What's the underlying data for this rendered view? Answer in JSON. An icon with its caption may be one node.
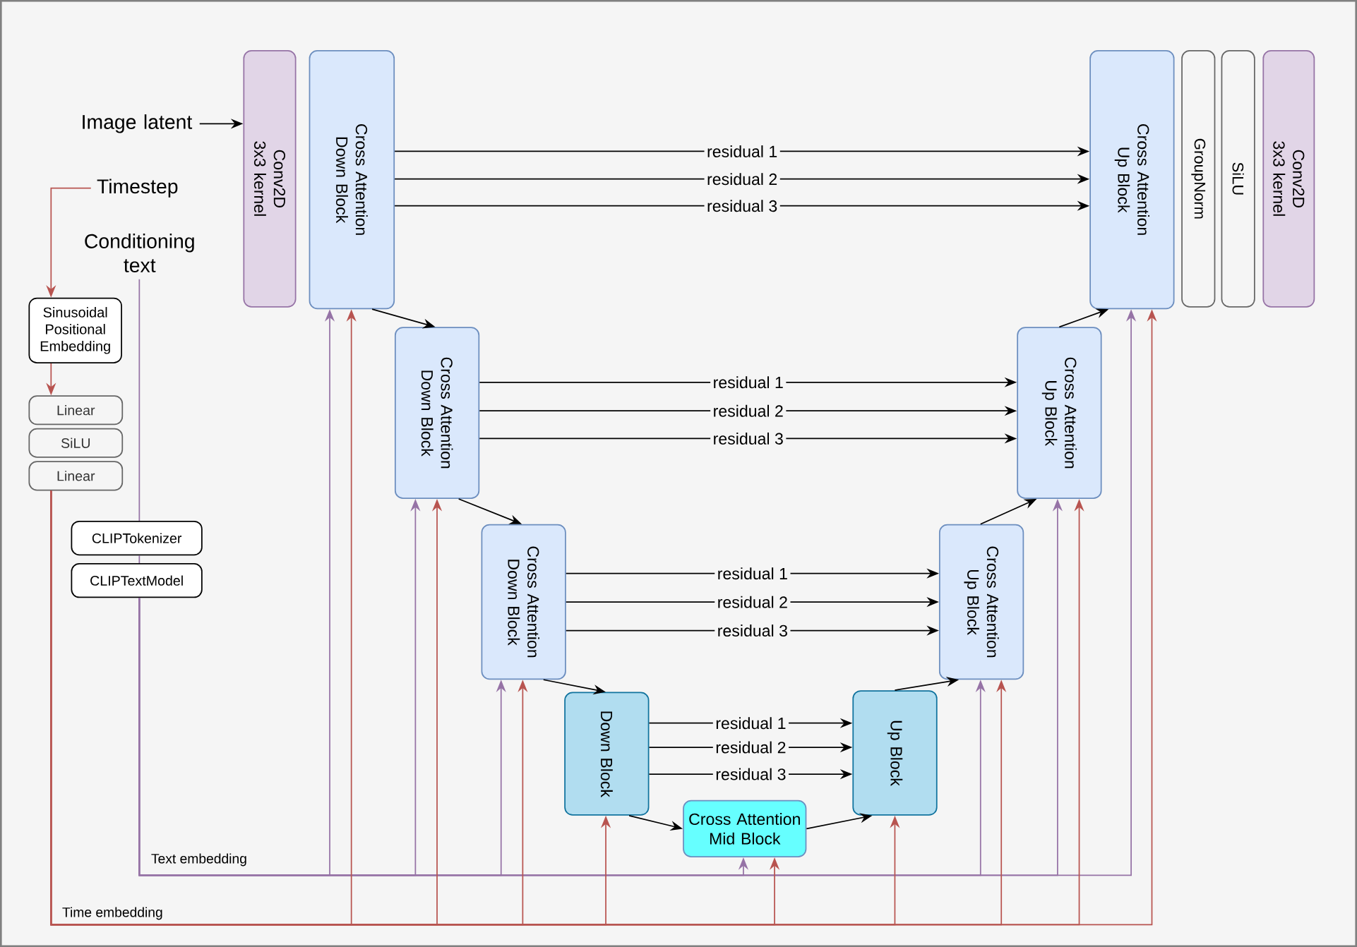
{
  "diagram": {
    "nodes": [
      {
        "text": [
          "Image latent"
        ]
      },
      {
        "text": [
          "Timestep"
        ]
      },
      {
        "text": [
          "Conditioning text"
        ]
      },
      {
        "text": [
          "Conv2D 3x3 kernel"
        ]
      },
      {
        "text": [
          "Cross Attention Down Block"
        ]
      },
      {
        "text": [
          "Cross Attention Down Block"
        ]
      },
      {
        "text": [
          "Cross Attention Down Block"
        ]
      },
      {
        "text": [
          "Down Block"
        ]
      },
      {
        "text": [
          "Cross Attention Mid Block"
        ]
      },
      {
        "text": [
          "Up Block"
        ]
      },
      {
        "text": [
          "Cross Attention Up Block"
        ]
      },
      {
        "text": [
          "Cross Attention Up Block"
        ]
      },
      {
        "text": [
          "Cross Attention Up Block"
        ]
      },
      {
        "text": [
          "GroupNorm"
        ]
      },
      {
        "text": [
          "SiLU"
        ]
      },
      {
        "text": [
          "Conv2D 3x3 kernel"
        ]
      },
      {
        "text": [
          "Sinusoidal Positional Embedding"
        ]
      },
      {
        "text": [
          "Linear"
        ]
      },
      {
        "text": [
          "SiLU"
        ]
      },
      {
        "text": [
          "Linear"
        ]
      },
      {
        "text": [
          "CLIPTokenizer"
        ]
      },
      {
        "text": [
          "CLIPTextModel"
        ]
      }
    ],
    "edges": [
      {
        "from": 0,
        "to": 3,
        "arrow": "to"
      },
      {
        "from": 1,
        "to": 16,
        "arrow": "to",
        "color": "#b85450"
      },
      {
        "from": 16,
        "to": 17,
        "arrow": "to",
        "color": "#b85450"
      },
      {
        "from": 2,
        "to": 20,
        "arrow": "none",
        "color": "#9673a6"
      },
      {
        "from": 20,
        "to": 21,
        "arrow": "none",
        "color": "#9673a6"
      },
      {
        "from": 21,
        "to": 4,
        "arrow": "to",
        "color": "#9673a6"
      },
      {
        "from": 21,
        "to": 5,
        "arrow": "to",
        "color": "#9673a6"
      },
      {
        "from": 21,
        "to": 6,
        "arrow": "to",
        "color": "#9673a6"
      },
      {
        "from": 21,
        "to": 8,
        "arrow": "to",
        "color": "#9673a6"
      },
      {
        "from": 21,
        "to": 10,
        "arrow": "to",
        "color": "#9673a6"
      },
      {
        "from": 21,
        "to": 11,
        "arrow": "to",
        "color": "#9673a6"
      },
      {
        "from": 21,
        "to": 12,
        "arrow": "to",
        "color": "#9673a6"
      },
      {
        "from": 19,
        "to": 4,
        "arrow": "to",
        "color": "#b85450"
      },
      {
        "from": 19,
        "to": 5,
        "arrow": "to",
        "color": "#b85450"
      },
      {
        "from": 19,
        "to": 6,
        "arrow": "to",
        "color": "#b85450"
      },
      {
        "from": 19,
        "to": 7,
        "arrow": "to",
        "color": "#b85450"
      },
      {
        "from": 19,
        "to": 8,
        "arrow": "to",
        "color": "#b85450"
      },
      {
        "from": 19,
        "to": 9,
        "arrow": "to",
        "color": "#b85450"
      },
      {
        "from": 19,
        "to": 10,
        "arrow": "to",
        "color": "#b85450"
      },
      {
        "from": 19,
        "to": 11,
        "arrow": "to",
        "color": "#b85450"
      },
      {
        "from": 19,
        "to": 12,
        "arrow": "to",
        "color": "#b85450"
      },
      {
        "from": 4,
        "to": 5,
        "arrow": "to"
      },
      {
        "from": 5,
        "to": 6,
        "arrow": "to"
      },
      {
        "from": 6,
        "to": 7,
        "arrow": "to"
      },
      {
        "from": 7,
        "to": 8,
        "arrow": "to"
      },
      {
        "from": 8,
        "to": 9,
        "arrow": "to"
      },
      {
        "from": 9,
        "to": 10,
        "arrow": "to"
      },
      {
        "from": 10,
        "to": 11,
        "arrow": "to"
      },
      {
        "from": 11,
        "to": 12,
        "arrow": "to"
      },
      {
        "from": 4,
        "to": 12,
        "arrow": "to",
        "label": "residual 1"
      },
      {
        "from": 4,
        "to": 12,
        "arrow": "to",
        "label": "residual 2"
      },
      {
        "from": 4,
        "to": 12,
        "arrow": "to",
        "label": "residual 3"
      },
      {
        "from": 5,
        "to": 11,
        "arrow": "to",
        "label": "residual 1"
      },
      {
        "from": 5,
        "to": 11,
        "arrow": "to",
        "label": "residual 2"
      },
      {
        "from": 5,
        "to": 11,
        "arrow": "to",
        "label": "residual 3"
      },
      {
        "from": 6,
        "to": 10,
        "arrow": "to",
        "label": "residual 1"
      },
      {
        "from": 6,
        "to": 10,
        "arrow": "to",
        "label": "residual 2"
      },
      {
        "from": 6,
        "to": 10,
        "arrow": "to",
        "label": "residual 3"
      },
      {
        "from": 7,
        "to": 9,
        "arrow": "to",
        "label": "residual 1"
      },
      {
        "from": 7,
        "to": 9,
        "arrow": "to",
        "label": "residual 2"
      },
      {
        "from": 7,
        "to": 9,
        "arrow": "to",
        "label": "residual 3"
      }
    ],
    "labels": [
      "Text embedding",
      "Time embedding"
    ]
  }
}
